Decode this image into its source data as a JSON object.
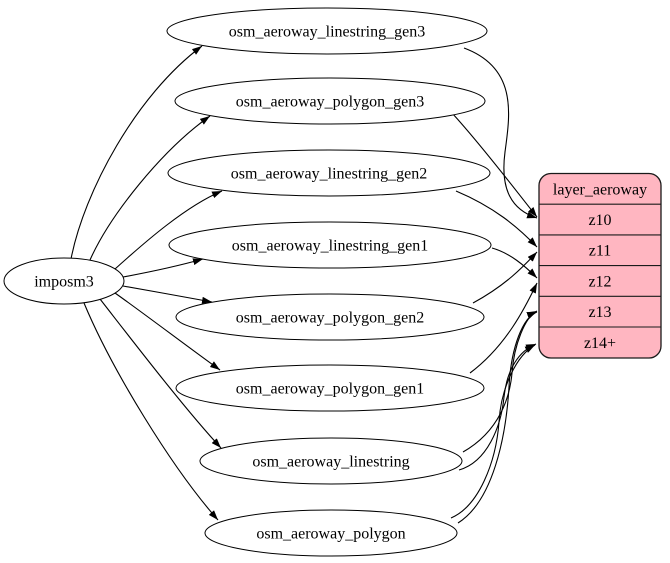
{
  "diagram": {
    "background": "#ffffff",
    "node_fill": "#ffffff",
    "edge_color": "#000000",
    "source_node": {
      "label": "imposm3"
    },
    "table_nodes": [
      {
        "label": "osm_aeroway_linestring_gen3"
      },
      {
        "label": "osm_aeroway_polygon_gen3"
      },
      {
        "label": "osm_aeroway_linestring_gen2"
      },
      {
        "label": "osm_aeroway_linestring_gen1"
      },
      {
        "label": "osm_aeroway_polygon_gen2"
      },
      {
        "label": "osm_aeroway_polygon_gen1"
      },
      {
        "label": "osm_aeroway_linestring"
      },
      {
        "label": "osm_aeroway_polygon"
      }
    ],
    "layer_node": {
      "title": "layer_aeroway",
      "rows": [
        {
          "label": "z10"
        },
        {
          "label": "z11"
        },
        {
          "label": "z12"
        },
        {
          "label": "z13"
        },
        {
          "label": "z14+"
        }
      ],
      "fill": "#ffb6c1",
      "stroke": "#1a1a1a"
    },
    "edges": [
      {
        "from": "imposm3",
        "to": "osm_aeroway_linestring_gen3"
      },
      {
        "from": "imposm3",
        "to": "osm_aeroway_polygon_gen3"
      },
      {
        "from": "imposm3",
        "to": "osm_aeroway_linestring_gen2"
      },
      {
        "from": "imposm3",
        "to": "osm_aeroway_linestring_gen1"
      },
      {
        "from": "imposm3",
        "to": "osm_aeroway_polygon_gen2"
      },
      {
        "from": "imposm3",
        "to": "osm_aeroway_polygon_gen1"
      },
      {
        "from": "imposm3",
        "to": "osm_aeroway_linestring"
      },
      {
        "from": "imposm3",
        "to": "osm_aeroway_polygon"
      },
      {
        "from": "osm_aeroway_linestring_gen3",
        "to": "layer_aeroway.z10"
      },
      {
        "from": "osm_aeroway_polygon_gen3",
        "to": "layer_aeroway.z10"
      },
      {
        "from": "osm_aeroway_linestring_gen2",
        "to": "layer_aeroway.z11"
      },
      {
        "from": "osm_aeroway_polygon_gen2",
        "to": "layer_aeroway.z11"
      },
      {
        "from": "osm_aeroway_linestring_gen1",
        "to": "layer_aeroway.z12"
      },
      {
        "from": "osm_aeroway_polygon_gen1",
        "to": "layer_aeroway.z12"
      },
      {
        "from": "osm_aeroway_linestring",
        "to": "layer_aeroway.z13"
      },
      {
        "from": "osm_aeroway_linestring",
        "to": "layer_aeroway.z14+"
      },
      {
        "from": "osm_aeroway_polygon",
        "to": "layer_aeroway.z13"
      },
      {
        "from": "osm_aeroway_polygon",
        "to": "layer_aeroway.z14+"
      }
    ]
  }
}
